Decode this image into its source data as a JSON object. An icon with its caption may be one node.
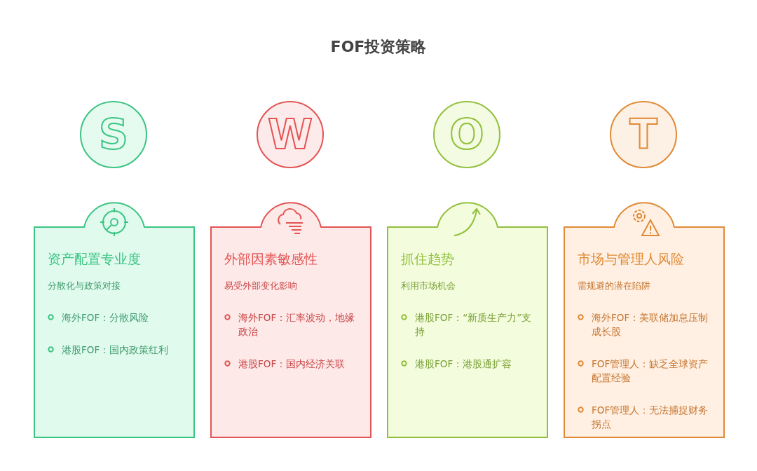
{
  "diagram": {
    "title": "FOF投资策略",
    "nodes": [
      {
        "text": [
          "S"
        ]
      },
      {
        "text": [
          "W"
        ]
      },
      {
        "text": [
          "O"
        ]
      },
      {
        "text": [
          "T"
        ]
      },
      {
        "text": [
          "资产配置专业度",
          "分散化与政策对接",
          "海外FOF：分散风险",
          "港股FOF：国内政策红利"
        ]
      },
      {
        "text": [
          "外部因素敏感性",
          "易受外部变化影响",
          "海外FOF：汇率波动，地缘政治",
          "港股FOF：国内经济关联"
        ]
      },
      {
        "text": [
          "抓住趋势",
          "利用市场机会",
          "港股FOF：“新质生产力”支持",
          "港股FOF：港股通扩容"
        ]
      },
      {
        "text": [
          "市场与管理人风险",
          "需规避的潜在陷阱",
          "海外FOF：美联储加息压制成长股",
          "FOF管理人：缺乏全球资产配置经验",
          "FOF管理人：无法捕捉财务拐点"
        ]
      }
    ],
    "edges": []
  }
}
